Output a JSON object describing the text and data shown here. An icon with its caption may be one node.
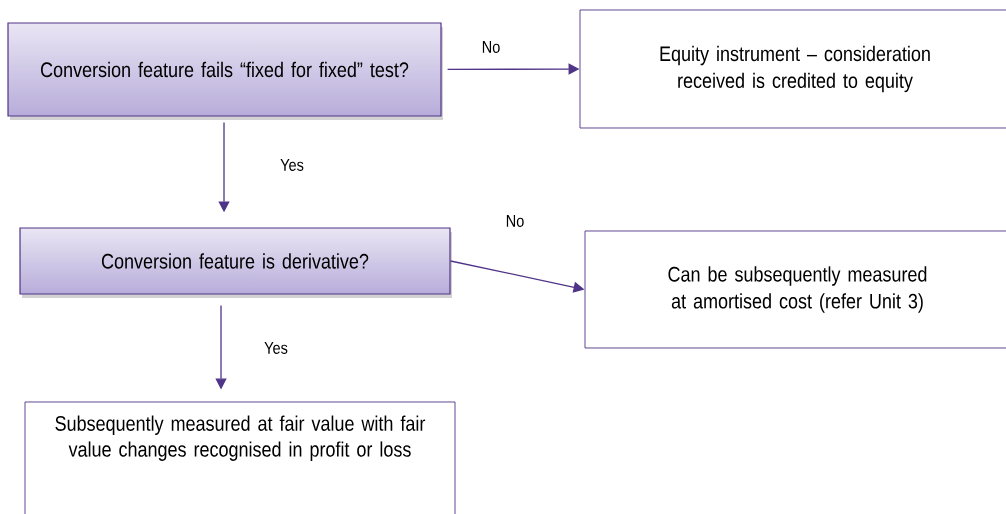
{
  "diagram": {
    "nodes": [
      {
        "text": [
          "Conversion feature fails “fixed for fixed” test?"
        ]
      },
      {
        "text": [
          "Equity instrument – consideration received is credited to equity"
        ]
      },
      {
        "text": [
          "Conversion feature is derivative?"
        ]
      },
      {
        "text": [
          "Can be subsequently measured at amortised cost (refer Unit 3)"
        ]
      },
      {
        "text": [
          "Subsequently measured at fair value with fair value changes recognised in profit or loss"
        ]
      }
    ],
    "edges": [
      {
        "from": 0,
        "to": 1,
        "arrow": "to",
        "label": "No"
      },
      {
        "from": 0,
        "to": 2,
        "arrow": "to",
        "label": "Yes"
      },
      {
        "from": 2,
        "to": 3,
        "arrow": "to",
        "label": "No"
      },
      {
        "from": 2,
        "to": 4,
        "arrow": "to",
        "label": "Yes"
      }
    ]
  }
}
